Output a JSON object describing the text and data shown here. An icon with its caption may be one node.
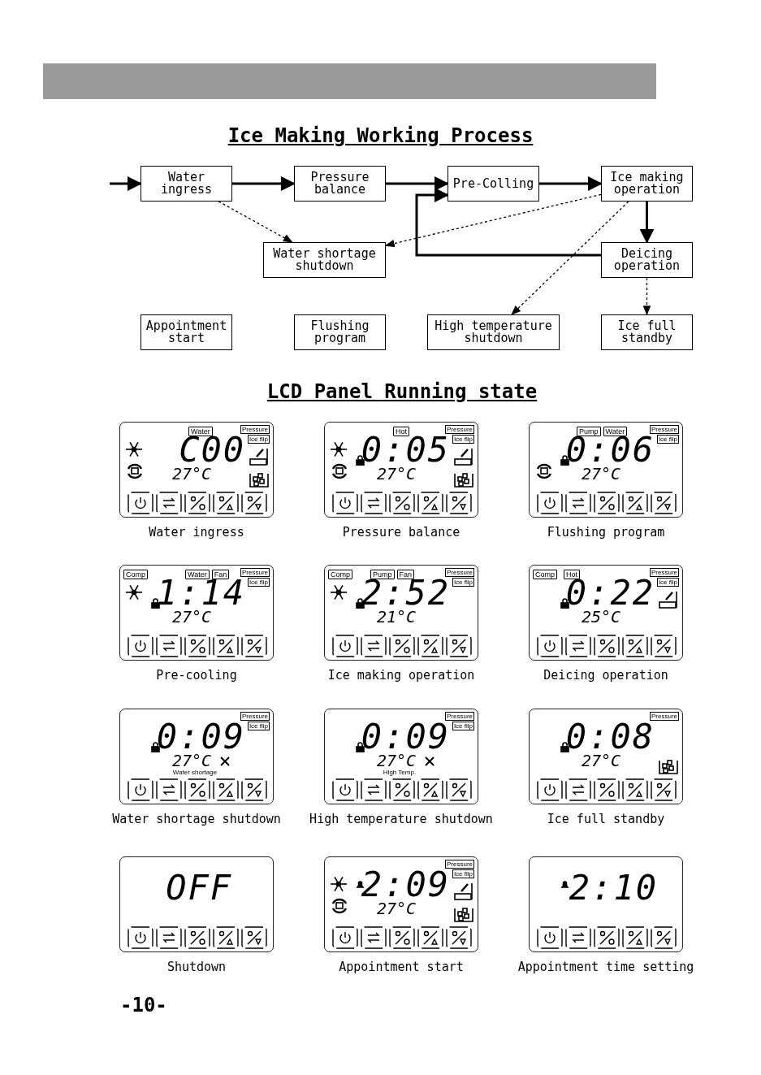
{
  "diagram": {
    "title": "Ice Making Working Process",
    "nodes": [
      {
        "text": [
          "Water ingress"
        ]
      },
      {
        "text": [
          "Pressure balance"
        ]
      },
      {
        "text": [
          "Pre-Colling"
        ]
      },
      {
        "text": [
          "Ice making operation"
        ]
      },
      {
        "text": [
          "Water shortage shutdown"
        ]
      },
      {
        "text": [
          "Deicing operation"
        ]
      },
      {
        "text": [
          "Appointment start"
        ]
      },
      {
        "text": [
          "Flushing program"
        ]
      },
      {
        "text": [
          "High temperature shutdown"
        ]
      },
      {
        "text": [
          "Ice full standby"
        ]
      },
      {
        "text": [
          "Water",
          "Pressure",
          "Ice flip",
          "C00",
          "27°C"
        ],
        "beside": [
          "Water ingress"
        ]
      },
      {
        "text": [
          "Hot",
          "Pressure",
          "Ice flip",
          "0:05",
          "27°C"
        ],
        "beside": [
          "Pressure balance"
        ]
      },
      {
        "text": [
          "Pump",
          "Water",
          "Pressure",
          "Ice flip",
          "0:06",
          "27°C"
        ],
        "beside": [
          "Flushing program"
        ]
      },
      {
        "text": [
          "Comp",
          "Water",
          "Fan",
          "Pressure",
          "Ice flip",
          "1:14",
          "27°C"
        ],
        "beside": [
          "Pre-cooling"
        ]
      },
      {
        "text": [
          "Comp",
          "Pump",
          "Fan",
          "Pressure",
          "Ice flip",
          "2:52",
          "21°C"
        ],
        "beside": [
          "Ice making operation"
        ]
      },
      {
        "text": [
          "Comp",
          "Hot",
          "Pressure",
          "Ice flip",
          "0:22",
          "25°C"
        ],
        "beside": [
          "Deicing operation"
        ]
      },
      {
        "text": [
          "Pressure",
          "Ice flip",
          "0:09",
          "27°C",
          "Water shortage"
        ],
        "beside": [
          "Water shortage shutdown"
        ]
      },
      {
        "text": [
          "Pressure",
          "Ice flip",
          "0:09",
          "27°C",
          "High Temp."
        ],
        "beside": [
          "High temperature shutdown"
        ]
      },
      {
        "text": [
          "Pressure",
          "0:08",
          "27°C"
        ],
        "beside": [
          "Ice full standby"
        ]
      },
      {
        "text": [
          "OFF"
        ],
        "beside": [
          "Shutdown"
        ]
      },
      {
        "text": [
          "Pressure",
          "Ice flip",
          "2:09",
          "27°C"
        ],
        "beside": [
          "Appointment start"
        ]
      },
      {
        "text": [
          "2:10"
        ],
        "beside": [
          "Appointment time setting"
        ]
      }
    ],
    "edges": [
      {
        "from": null,
        "to": 0,
        "arrow": "to"
      },
      {
        "from": 0,
        "to": 1,
        "arrow": "to"
      },
      {
        "from": 1,
        "to": 2,
        "arrow": "to"
      },
      {
        "from": 2,
        "to": 3,
        "arrow": "to"
      },
      {
        "from": 3,
        "to": 5,
        "arrow": "to"
      },
      {
        "from": 5,
        "to": 2,
        "arrow": "to"
      },
      {
        "from": 0,
        "to": 4,
        "arrow": "to",
        "style": "dashed"
      },
      {
        "from": 3,
        "to": 4,
        "arrow": "to",
        "style": "dashed"
      },
      {
        "from": 3,
        "to": 8,
        "arrow": "to",
        "style": "dashed"
      },
      {
        "from": 5,
        "to": 9,
        "arrow": "to",
        "style": "dashed"
      }
    ],
    "labels": [
      "LCD Panel Running state",
      "-10-"
    ]
  }
}
